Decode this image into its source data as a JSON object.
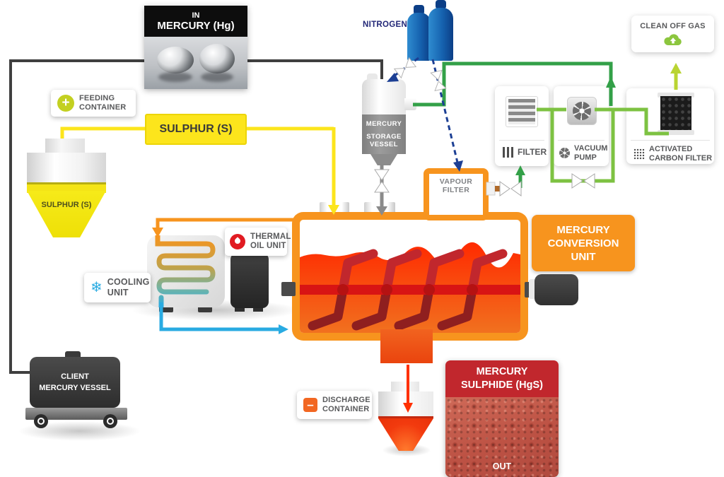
{
  "palette": {
    "orange": "#F7941E",
    "yellow": "#FCE51C",
    "feeding_green": "#C3D021",
    "pipe_green_dark": "#33A048",
    "pipe_green_light": "#7DC242",
    "clean_gas_green": "#8CC63E",
    "clean_gas_arrow": "#B9D432",
    "nitrogen_blue": "#1B5FAE",
    "nitrogen_line": "#1C3F94",
    "cooling_blue": "#29ABE2",
    "melt_red": "#FF2A00",
    "discharge_red": "#FF3000",
    "hgs_red": "#C1272D",
    "pipe_gray": "#3F3F3F",
    "label_gray": "#58595B"
  },
  "icons": {
    "plus": "+",
    "minus": "–",
    "snowflake": "❄"
  },
  "nodes": {
    "in_mercury": {
      "top": "IN",
      "title": "MERCURY (Hg)"
    },
    "feeding_container": {
      "lines": [
        "FEEDING",
        "CONTAINER"
      ]
    },
    "sulphur_pipe_label": "SULPHUR (S)",
    "sulphur_hopper_label": "SULPHUR (S)",
    "nitrogen_label": "NITROGEN",
    "mercury_storage_vessel": {
      "lines": [
        "MERCURY",
        "STORAGE",
        "VESSEL"
      ]
    },
    "vapour_filter": {
      "lines": [
        "VAPOUR",
        "FILTER"
      ]
    },
    "filter_unit": {
      "label": "FILTER"
    },
    "vacuum_pump": {
      "lines": [
        "VACUUM",
        "PUMP"
      ]
    },
    "activated_carbon_filter": {
      "lines": [
        "ACTIVATED",
        "CARBON FILTER"
      ]
    },
    "clean_off_gas": {
      "label": "CLEAN OFF GAS"
    },
    "mercury_conversion_unit": {
      "lines": [
        "MERCURY",
        "CONVERSION",
        "UNIT"
      ]
    },
    "thermal_oil_unit": {
      "lines": [
        "THERMAL",
        "OIL UNIT"
      ]
    },
    "cooling_unit": {
      "lines": [
        "COOLING",
        "UNIT"
      ]
    },
    "client_mercury_vessel": {
      "lines": [
        "CLIENT",
        "MERCURY VESSEL"
      ]
    },
    "discharge_container": {
      "lines": [
        "DISCHARGE",
        "CONTAINER"
      ]
    },
    "mercury_sulphide": {
      "lines": [
        "MERCURY",
        "SULPHIDE (HgS)"
      ],
      "out": "OUT"
    }
  }
}
